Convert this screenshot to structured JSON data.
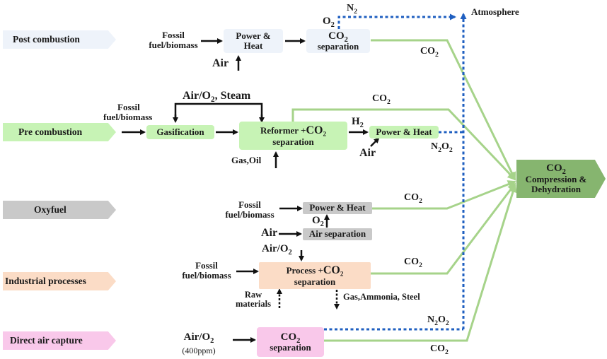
{
  "colors": {
    "post": "#eef3fa",
    "pre": "#c7f3b5",
    "oxy": "#c9c9c9",
    "industrial": "#fbdcc6",
    "dac": "#f9c8ea",
    "output": "#86b56f",
    "green_line": "#a6d38a",
    "blue_line": "#1f5fc0"
  },
  "categories": {
    "post": "Post combustion",
    "pre": "Pre combustion",
    "oxy": "Oxyfuel",
    "industrial": "Industrial processes",
    "dac": "Direct air capture"
  },
  "post": {
    "fuel_line1": "Fossil",
    "fuel_line2": "fuel/biomass",
    "power_heat_line1": "Power &",
    "power_heat_line2": "Heat",
    "air": "Air",
    "sep_line1": "CO",
    "sep_line1_sub": "2",
    "sep_line2": "separation",
    "o2": "O",
    "o2_sub": "2",
    "n2": "N",
    "n2_sub": "2",
    "co2": "CO",
    "co2_sub": "2"
  },
  "atmosphere": "Atmosphere",
  "pre": {
    "fuel_line1": "Fossil",
    "fuel_line2": "fuel/biomass",
    "air_o2_steam": "Air/O",
    "air_o2_steam_sub": "2",
    "air_o2_steam_rest": ", Steam",
    "gasification": "Gasification",
    "reformer_line1": "Reformer +",
    "reformer_co2": "CO",
    "reformer_co2_sub": "2",
    "reformer_line2": "separation",
    "gas_oil": "Gas,Oil",
    "h2": "H",
    "h2_sub": "2",
    "power_heat": "Power & Heat",
    "air": "Air",
    "co2_top": "CO",
    "co2_top_sub": "2",
    "n2o2": "N",
    "n2o2_sub1": "2",
    "n2o2_mid": "O",
    "n2o2_sub2": "2"
  },
  "output": {
    "line1": "CO",
    "line1_sub": "2",
    "line2": "Compression &",
    "line3": "Dehydration"
  },
  "oxy": {
    "fuel_line1": "Fossil",
    "fuel_line2": "fuel/biomass",
    "power_heat": "Power & Heat",
    "o2": "O",
    "o2_sub": "2",
    "air": "Air",
    "air_sep": "Air separation",
    "co2": "CO",
    "co2_sub": "2"
  },
  "industrial": {
    "air_o2": "Air/O",
    "air_o2_sub": "2",
    "fuel_line1": "Fossil",
    "fuel_line2": "fuel/biomass",
    "process_line1": "Process +",
    "process_co2": "CO",
    "process_co2_sub": "2",
    "process_line2": "separation",
    "raw_line1": "Raw",
    "raw_line2": "materials",
    "products": "Gas,Ammonia, Steel",
    "co2": "CO",
    "co2_sub": "2"
  },
  "dac": {
    "air_o2": "Air/O",
    "air_o2_sub": "2",
    "ppm": "(400ppm)",
    "sep_line1": "CO",
    "sep_line1_sub": "2",
    "sep_line2": "separation",
    "n2o2": "N",
    "n2o2_sub1": "2",
    "n2o2_mid": "O",
    "n2o2_sub2": "2",
    "co2": "CO",
    "co2_sub": "2"
  }
}
